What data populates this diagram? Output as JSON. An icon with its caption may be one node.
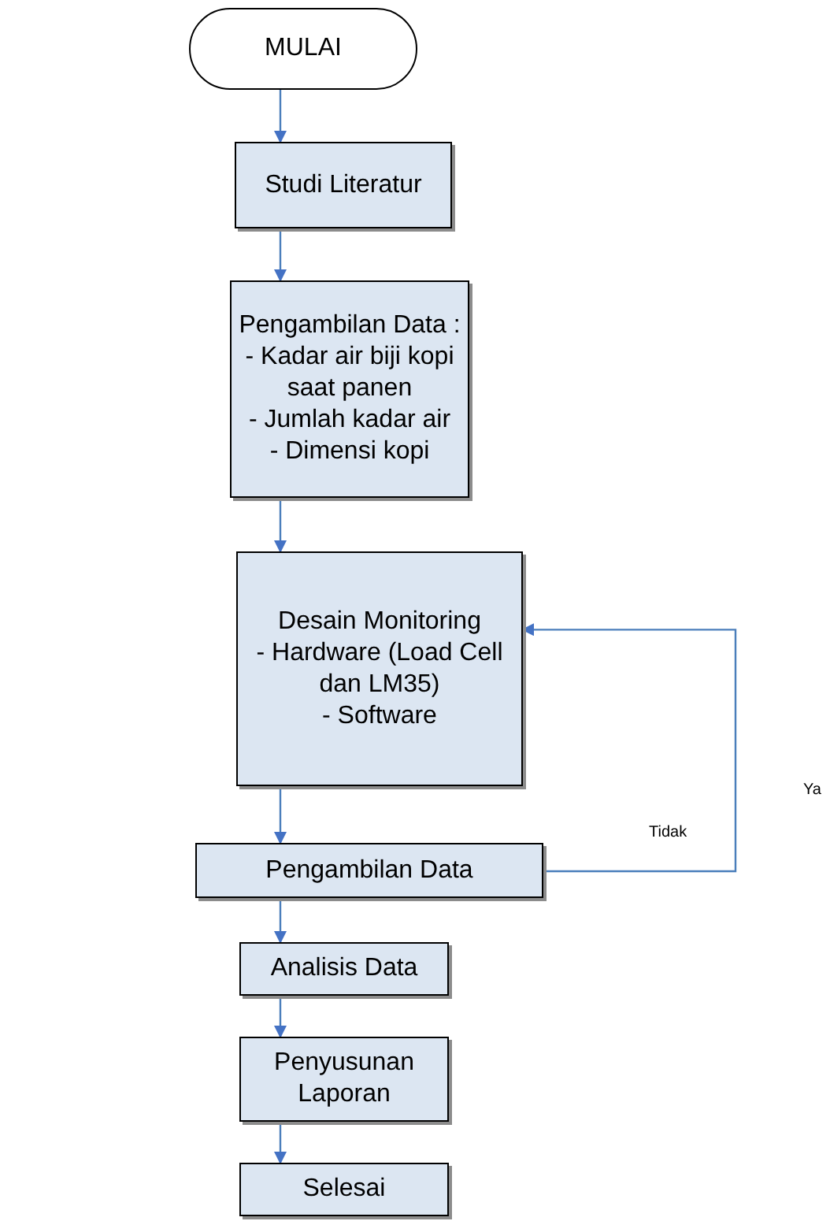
{
  "diagram": {
    "nodes": [
      {
        "text": [
          "MULAI"
        ]
      },
      {
        "text": [
          "Studi Literatur"
        ]
      },
      {
        "text": [
          "Pengambilan Data :",
          "- Kadar air biji kopi saat panen",
          "- Jumlah kadar air",
          "- Dimensi kopi"
        ]
      },
      {
        "text": [
          "Desain Monitoring",
          "- Hardware (Load Cell dan LM35)",
          "- Software"
        ]
      },
      {
        "text": [
          "Pengambilan Data"
        ]
      },
      {
        "text": [
          "Analisis Data"
        ]
      },
      {
        "text": [
          "Penyusunan Laporan"
        ]
      },
      {
        "text": [
          "Selesai"
        ]
      }
    ],
    "edges": [
      {
        "from": 0,
        "to": 1,
        "arrow": "to"
      },
      {
        "from": 1,
        "to": 2,
        "arrow": "to"
      },
      {
        "from": 2,
        "to": 3,
        "arrow": "to"
      },
      {
        "from": 3,
        "to": 4,
        "arrow": "to"
      },
      {
        "from": 4,
        "to": 5,
        "arrow": "to"
      },
      {
        "from": 5,
        "to": 6,
        "arrow": "to"
      },
      {
        "from": 6,
        "to": 7,
        "arrow": "to"
      },
      {
        "from": 4,
        "to": 3,
        "arrow": "to",
        "label": "Tidak"
      }
    ],
    "labels": [
      "Ya"
    ]
  }
}
